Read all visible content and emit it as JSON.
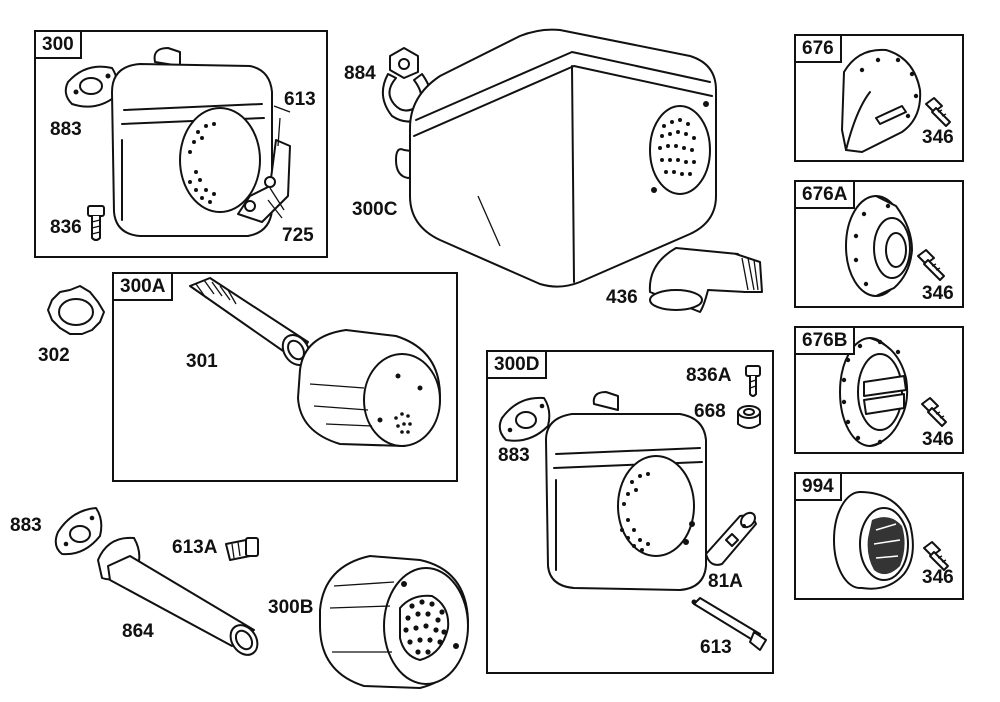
{
  "groups": {
    "g300": "300",
    "g300A": "300A",
    "g300D": "300D",
    "g676": "676",
    "g676A": "676A",
    "g676B": "676B",
    "g994": "994"
  },
  "labels": {
    "l883a": "883",
    "l613a": "613",
    "l836": "836",
    "l725": "725",
    "l884": "884",
    "l300C": "300C",
    "l436": "436",
    "l302": "302",
    "l301": "301",
    "l836A": "836A",
    "l668": "668",
    "l883b": "883",
    "l81A": "81A",
    "l613b": "613",
    "l883c": "883",
    "l613A": "613A",
    "l864": "864",
    "l300B": "300B",
    "l346a": "346",
    "l346b": "346",
    "l346c": "346",
    "l346d": "346"
  }
}
